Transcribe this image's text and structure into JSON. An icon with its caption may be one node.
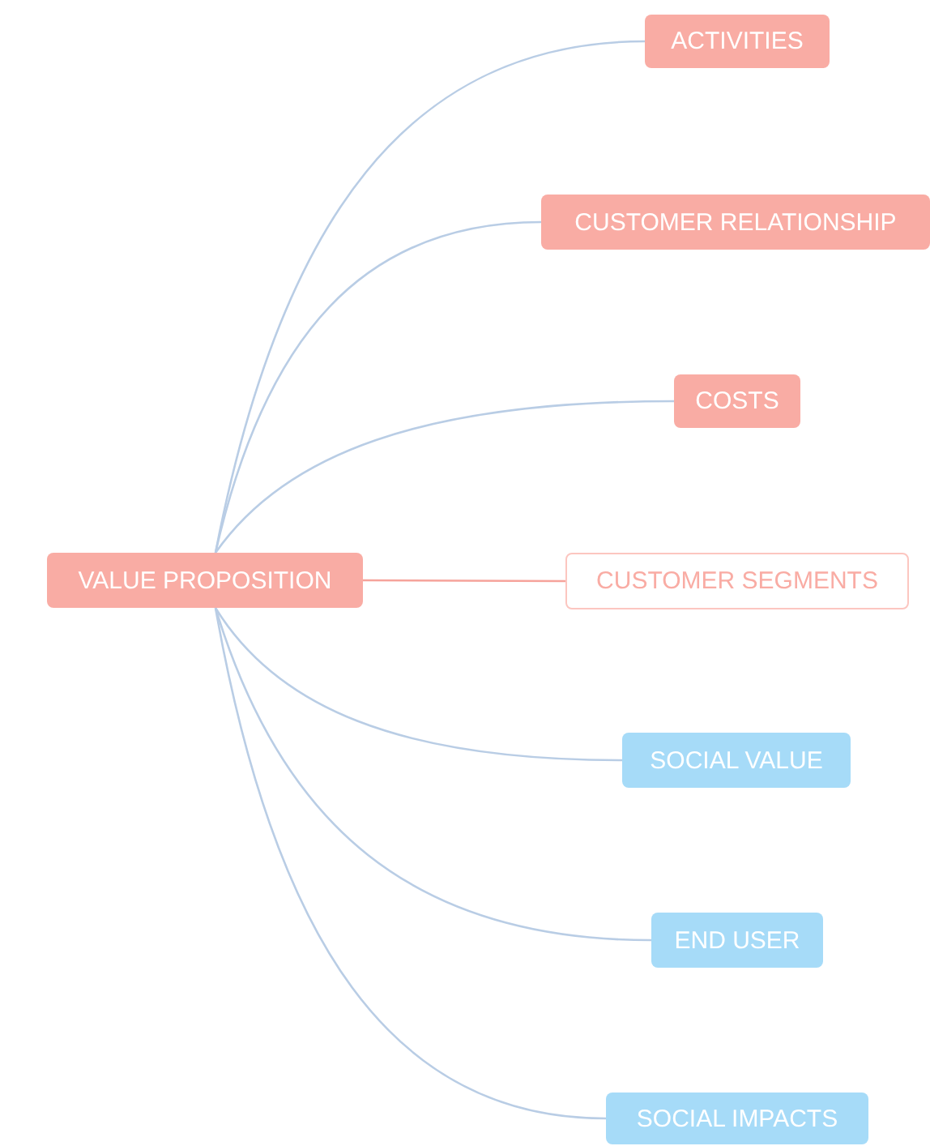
{
  "diagram": {
    "nodes": [
      {
        "text": [
          "VALUE PROPOSITION"
        ]
      },
      {
        "text": [
          "ACTIVITIES"
        ]
      },
      {
        "text": [
          "CUSTOMER RELATIONSHIP"
        ]
      },
      {
        "text": [
          "COSTS"
        ]
      },
      {
        "text": [
          "CUSTOMER SEGMENTS"
        ]
      },
      {
        "text": [
          "SOCIAL VALUE"
        ]
      },
      {
        "text": [
          "END USER"
        ]
      },
      {
        "text": [
          "SOCIAL IMPACTS"
        ]
      }
    ],
    "edges": [
      {
        "from": 0,
        "to": 1,
        "arrow": "none"
      },
      {
        "from": 0,
        "to": 2,
        "arrow": "none"
      },
      {
        "from": 0,
        "to": 3,
        "arrow": "none"
      },
      {
        "from": 0,
        "to": 4,
        "arrow": "none",
        "color": "#f6a39b"
      },
      {
        "from": 0,
        "to": 5,
        "arrow": "none"
      },
      {
        "from": 0,
        "to": 6,
        "arrow": "none"
      },
      {
        "from": 0,
        "to": 7,
        "arrow": "none"
      }
    ]
  }
}
